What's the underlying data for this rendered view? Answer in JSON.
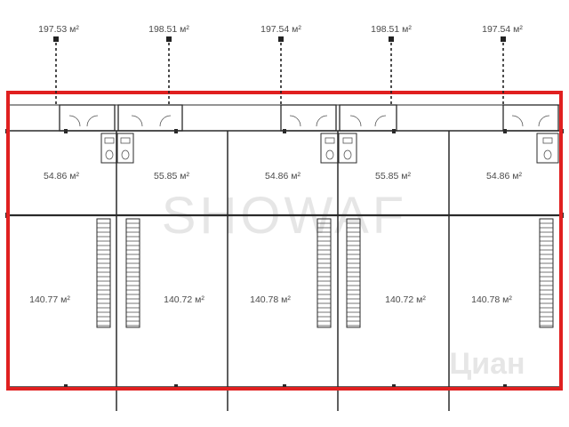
{
  "plan": {
    "unit_total_areas": [
      "197.53 м²",
      "198.51 м²",
      "197.54 м²",
      "198.51 м²",
      "197.54 м²"
    ],
    "mezzanine_areas": [
      "54.86 м²",
      "55.85 м²",
      "54.86 м²",
      "55.85 м²",
      "54.86 м²"
    ],
    "ground_areas": [
      "140.77 м²",
      "140.72 м²",
      "140.78 м²",
      "140.72 м²",
      "140.78 м²"
    ],
    "highlight_color": "#e02020",
    "wall_color": "#2a2a2a"
  },
  "watermarks": {
    "main": "SHOWAF",
    "corner": "Циан"
  }
}
